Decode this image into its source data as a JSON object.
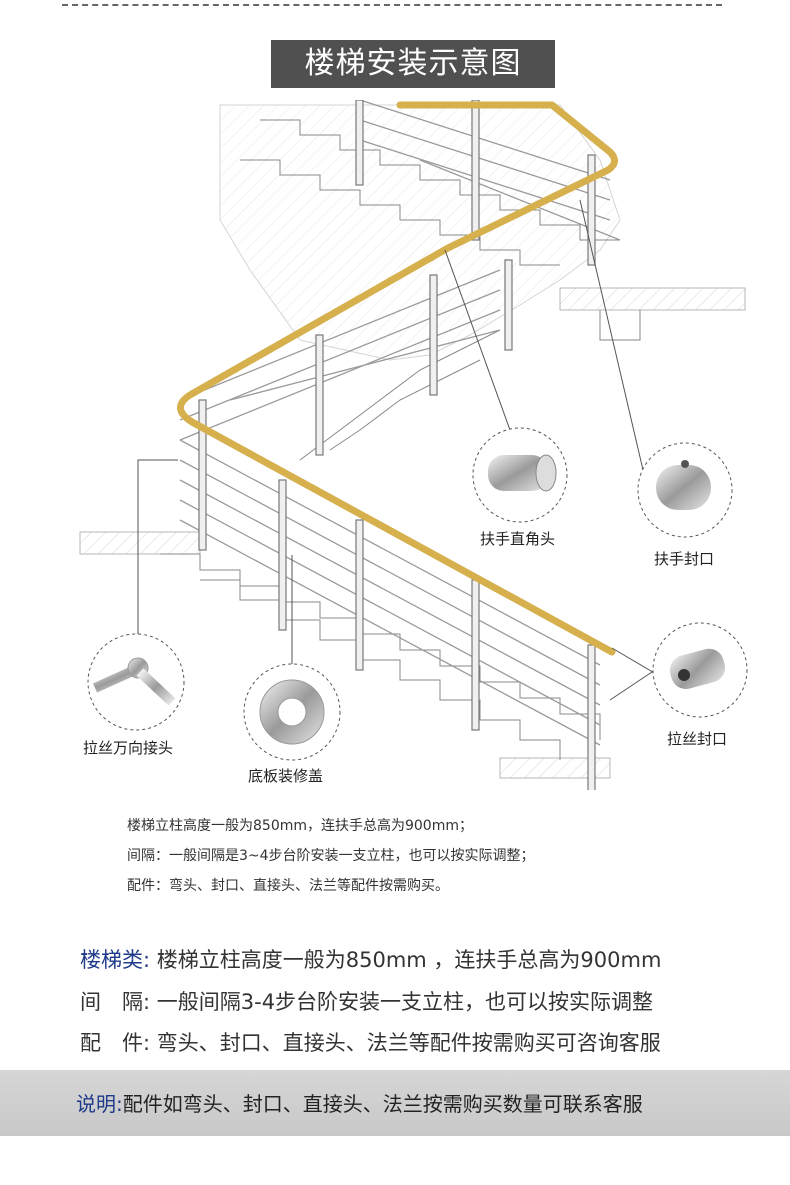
{
  "title": "楼梯安装示意图",
  "callouts": {
    "elbow": "扶手直角头",
    "handrail_cap": "扶手封口",
    "universal_joint": "拉丝万向接头",
    "base_cover": "底板装修盖",
    "wire_cap": "拉丝封口"
  },
  "notes": [
    "楼梯立柱高度一般为850mm，连扶手总高为900mm；",
    "间隔：一般间隔是3~4步台阶安装一支立柱，也可以按实际调整；",
    "配件：弯头、封口、直接头、法兰等配件按需购买。"
  ],
  "specs": [
    {
      "key": "楼梯类:",
      "value": " 楼梯立柱高度一般为850mm ，连扶手总高为900mm"
    },
    {
      "key": "间　隔:",
      "value": " 一般间隔3-4步台阶安装一支立柱，也可以按实际调整"
    },
    {
      "key": "配　件:",
      "value": " 弯头、封口、直接头、法兰等配件按需购买可咨询客服"
    }
  ],
  "footer": {
    "key": "说明:",
    "value": "配件如弯头、封口、直接头、法兰按需购买数量可联系客服"
  },
  "colors": {
    "handrail": "#d7b04e",
    "accent_text": "#1f3a8a",
    "title_bg": "#505050"
  }
}
